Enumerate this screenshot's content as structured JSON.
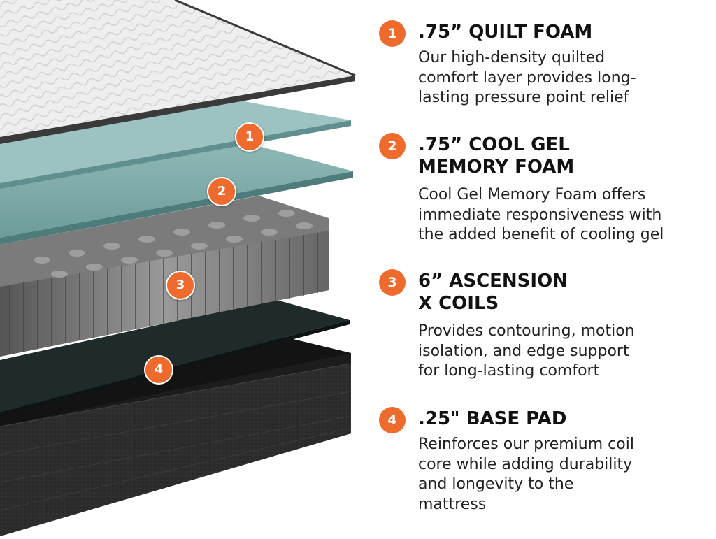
{
  "accent_color": "#ee6a2d",
  "layers": [
    {
      "number": "1",
      "title": ".75” QUILT FOAM",
      "description": "Our high-density quilted\ncomfort layer provides long-\nlasting pressure point relief",
      "badge_icon": "number-circle-icon"
    },
    {
      "number": "2",
      "title": ".75” COOL GEL\nMEMORY FOAM",
      "description": "Cool Gel Memory Foam offers\nimmediate responsiveness with\nthe added benefit of cooling gel",
      "badge_icon": "number-circle-icon"
    },
    {
      "number": "3",
      "title": "6” ASCENSION\nX COILS",
      "description": "Provides contouring, motion\nisolation, and edge support\nfor long-lasting comfort",
      "badge_icon": "number-circle-icon"
    },
    {
      "number": "4",
      "title": ".25\" BASE PAD",
      "description": "Reinforces our premium coil\ncore while adding durability\nand longevity to the\nmattress",
      "badge_icon": "number-circle-icon"
    }
  ],
  "illustration_icon": "mattress-layers-illustration"
}
